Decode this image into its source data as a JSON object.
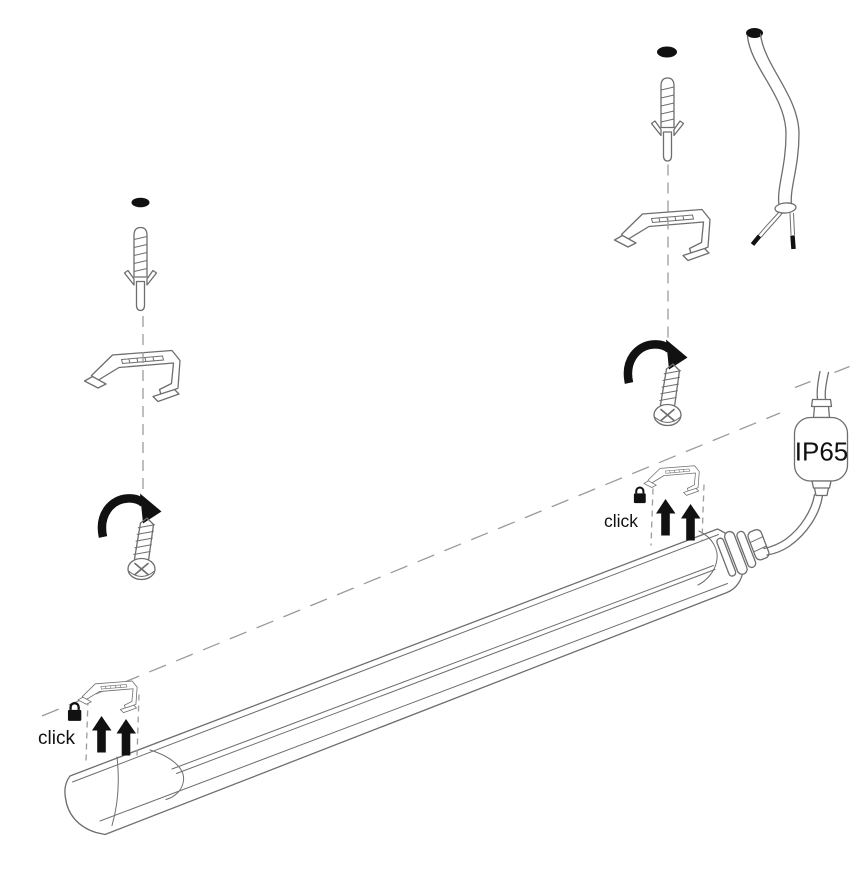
{
  "labels": {
    "click_left": "click",
    "click_right": "click",
    "junction_box": "IP65"
  },
  "colors": {
    "background": "#ffffff",
    "line": "#6e6e6e",
    "guide": "#9b9b9b",
    "ink": "#111111"
  },
  "parts": [
    "ceiling-hole",
    "wall-plug-anchor",
    "mounting-clip",
    "fixing-screw",
    "rotation-arrow",
    "push-up-arrow",
    "lock-icon",
    "led-batten-fixture",
    "power-supply-cable",
    "stripped-wires",
    "ip65-junction-box",
    "cable-gland-connector",
    "alignment-dashed-line"
  ]
}
